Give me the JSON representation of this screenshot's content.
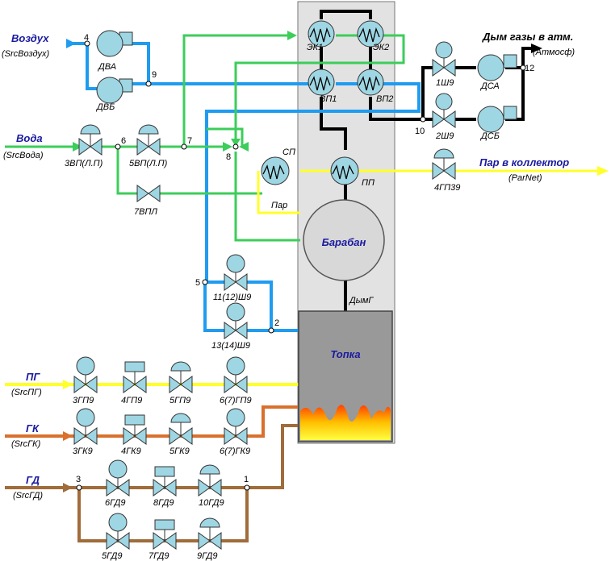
{
  "colors": {
    "air": "#1f9cf0",
    "water": "#3ccd5a",
    "steam": "#ffff2a",
    "smoke": "#000000",
    "pg": "#ffff2a",
    "gk": "#d9702c",
    "gd": "#a06c3a",
    "equipment": "#9fd6e3",
    "boiler": "#e0e0e0",
    "navy": "#1a1aa0"
  },
  "sources": {
    "air": {
      "title": "Воздух",
      "tag": "(SrcВоздух)"
    },
    "water": {
      "title": "Вода",
      "tag": "(SrcВода)"
    },
    "pg": {
      "title": "ПГ",
      "tag": "(SrcПГ)"
    },
    "gk": {
      "title": "ГК",
      "tag": "(SrcГК)"
    },
    "gd": {
      "title": "ГД",
      "tag": "(SrcГД)"
    }
  },
  "outputs": {
    "smoke": {
      "title": "Дым газы в атм.",
      "tag": "(Атмосф)"
    },
    "steam": {
      "title": "Пар в коллектор",
      "tag": "(ParNet)"
    }
  },
  "fans": {
    "dva": "ДВА",
    "dvb": "ДВБ",
    "dsa": "ДСА",
    "dsb": "ДСБ"
  },
  "heat_exchangers": {
    "ek1": "ЭК1",
    "ek2": "ЭК2",
    "vp1": "ВП1",
    "vp2": "ВП2",
    "sp": "СП",
    "pp": "ПП"
  },
  "valves": {
    "v3vp": "3ВП(Л.П)",
    "v5vp": "5ВП(Л.П)",
    "v7vpl": "7ВПЛ",
    "v1sh9": "1Ш9",
    "v2sh9": "2Ш9",
    "v4gp39": "4ГП39",
    "v11sh9": "11(12)Ш9",
    "v13sh9": "13(14)Ш9",
    "v3gp9": "3ГП9",
    "v4gp9": "4ГП9",
    "v5gp9": "5ГП9",
    "v67gp9": "6(7)ГП9",
    "v3gk9": "3ГК9",
    "v4gk9": "4ГК9",
    "v5gk9": "5ГК9",
    "v67gk9": "6(7)ГК9",
    "v6gd9": "6ГД9",
    "v8gd9": "8ГД9",
    "v10gd9": "10ГД9",
    "v5gd9": "5ГД9",
    "v7gd9": "7ГД9",
    "v9gd9": "9ГД9"
  },
  "units": {
    "drum": "Барабан",
    "furnace": "Топка",
    "smoke_gas": "ДымГ",
    "steam": "Пар"
  },
  "nodes": {
    "n1": "1",
    "n2": "2",
    "n3": "3",
    "n4": "4",
    "n5": "5",
    "n6": "6",
    "n7": "7",
    "n8": "8",
    "n9": "9",
    "n10": "10",
    "n12": "12"
  }
}
